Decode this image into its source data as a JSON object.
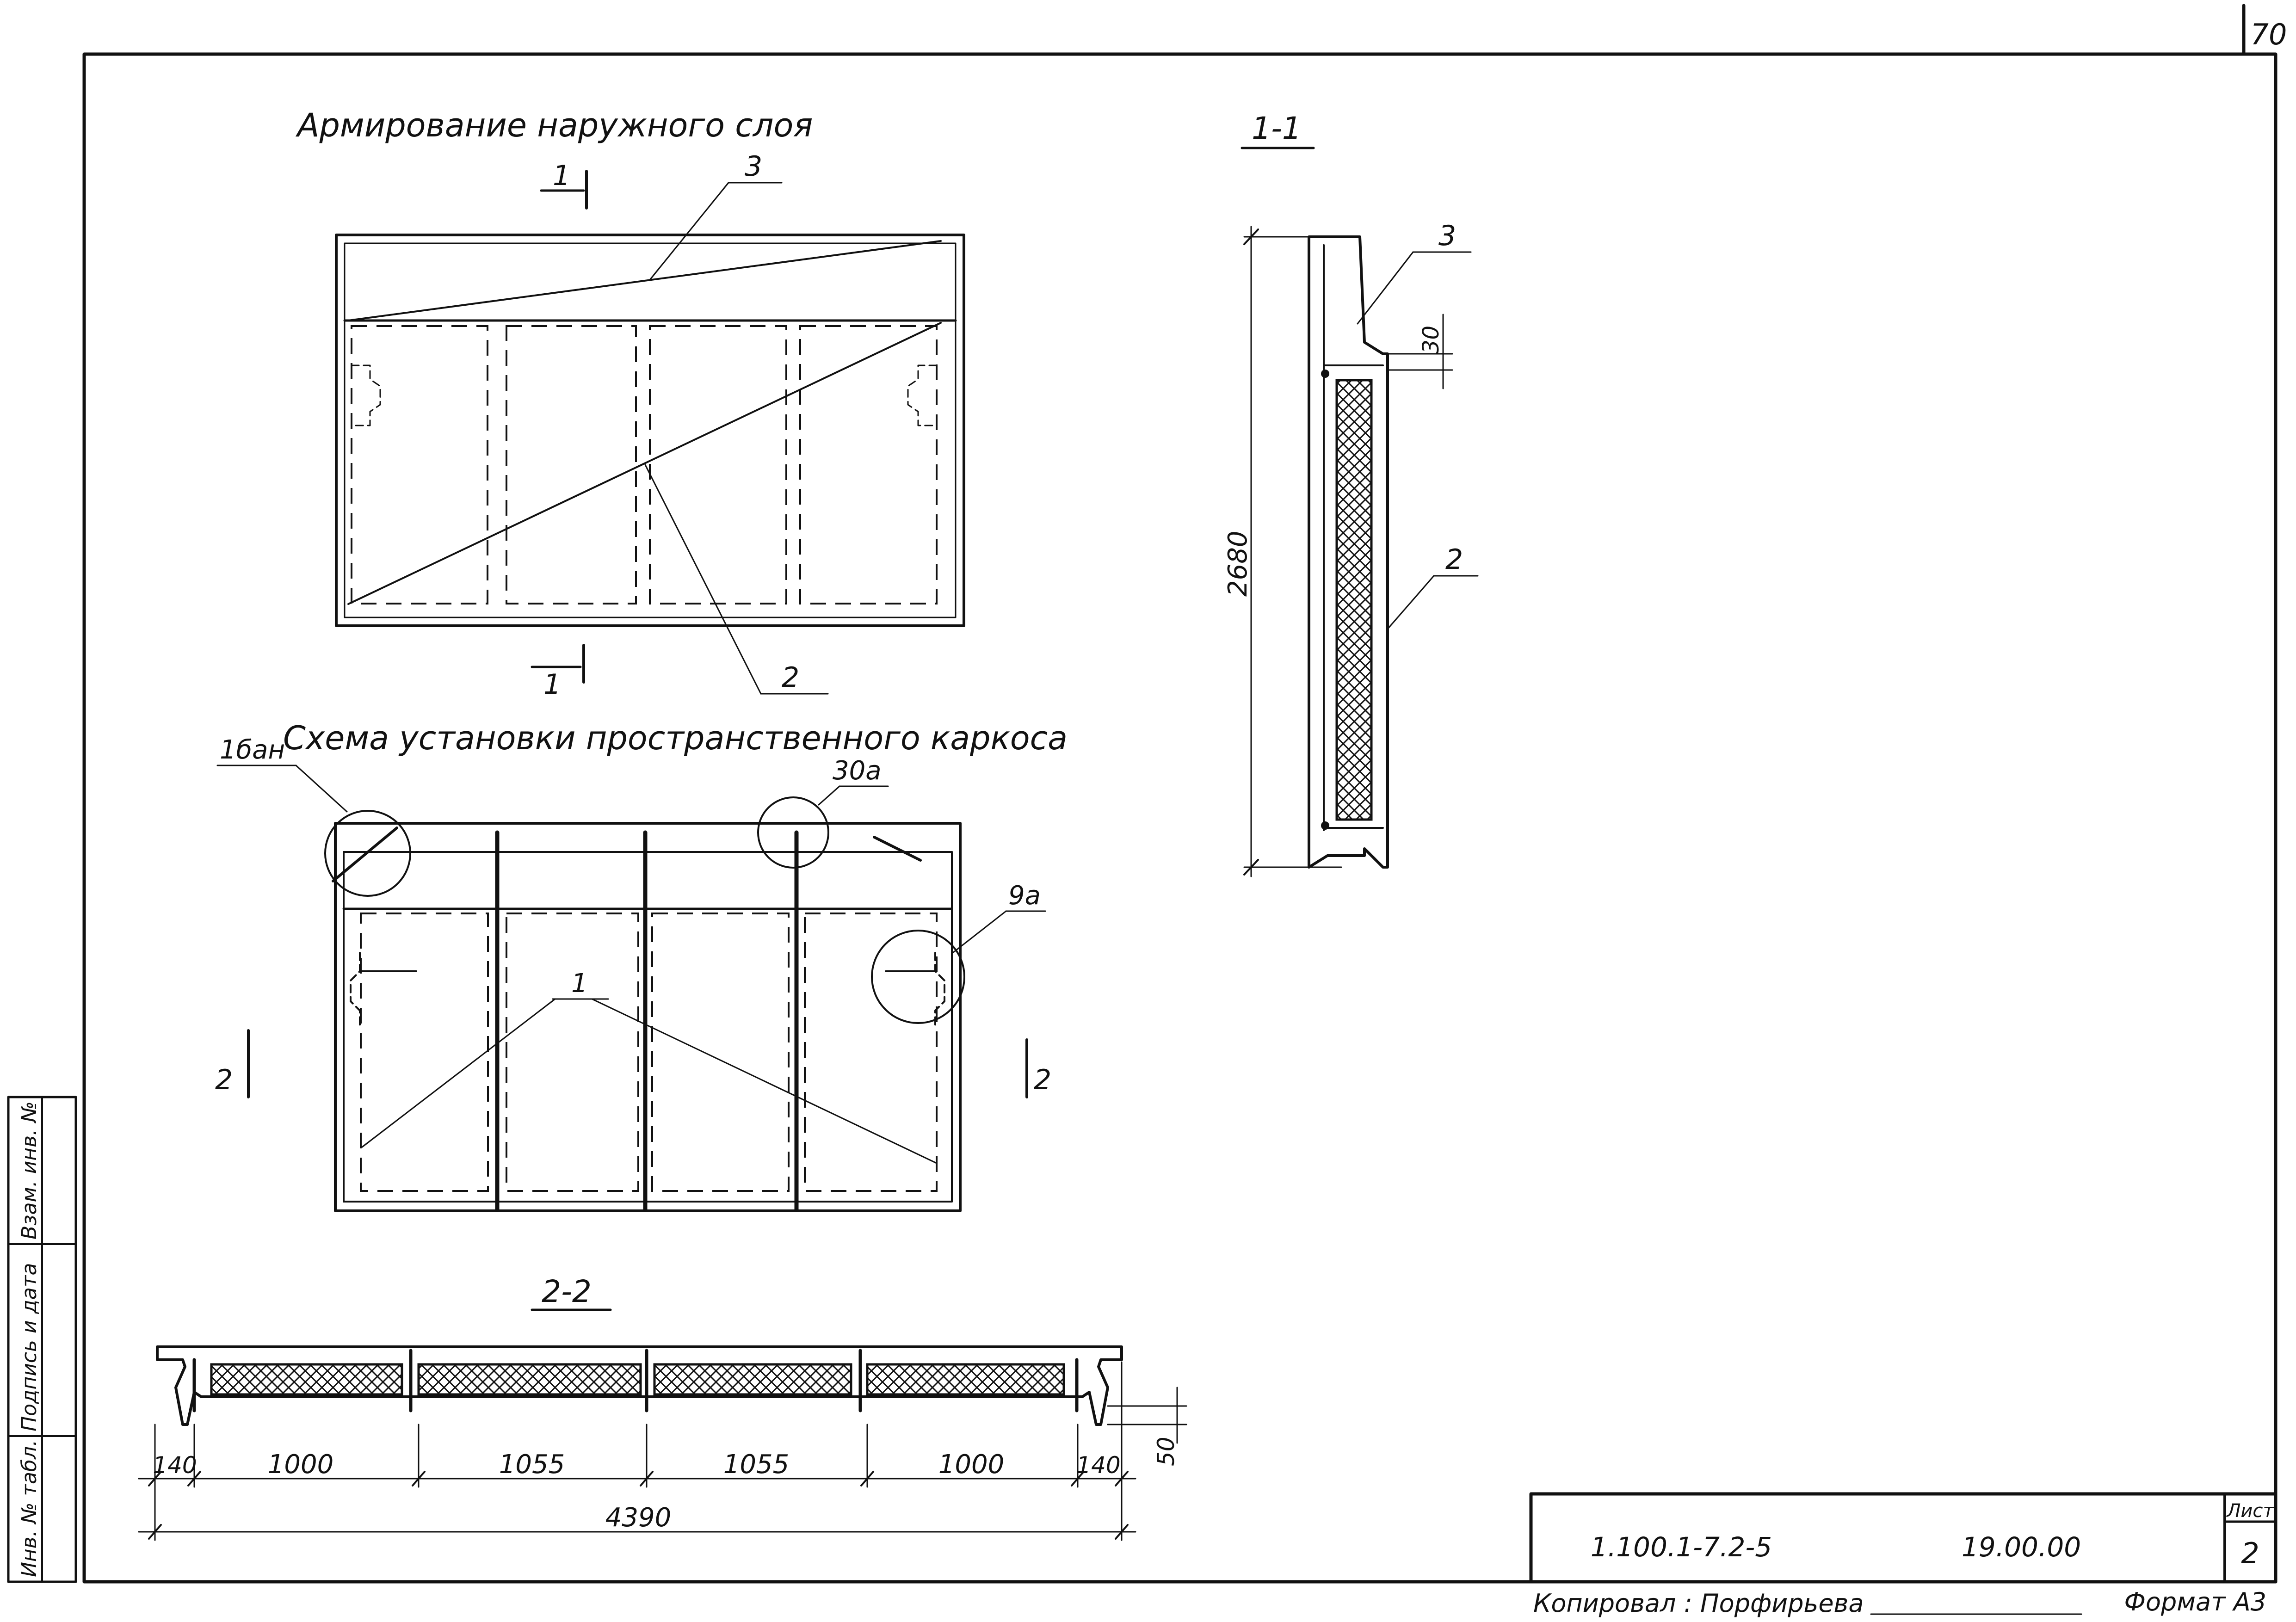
{
  "page_number": "70",
  "views": {
    "outer_layer": {
      "title": "Армирование наружного слоя",
      "section_mark": "1",
      "callouts": [
        "3",
        "2"
      ]
    },
    "cage_scheme": {
      "title": "Схема установки пространственного каркоса",
      "callouts": [
        "1бан",
        "30а",
        "9а",
        "1"
      ],
      "section_mark": "2"
    },
    "section_1_1": {
      "title": "1-1",
      "callouts": [
        "3",
        "2"
      ],
      "dims": {
        "height": "2680",
        "step": "30"
      }
    },
    "section_2_2": {
      "title": "2-2",
      "dims": [
        "140",
        "1000",
        "1055",
        "1055",
        "1000",
        "140"
      ],
      "total": "4390",
      "depth": "50"
    }
  },
  "left_strip": {
    "col1": "Инв. № табл.",
    "col2": "Подпись и дата",
    "col3": "Взам. инв. №"
  },
  "title_block": {
    "doc_code": "1.100.1-7.2-5",
    "code2": "19.00.00",
    "sheet_label": "Лист",
    "sheet_number": "2",
    "copied_by": "Копировал : Порфирьева",
    "format": "Формат А3"
  }
}
